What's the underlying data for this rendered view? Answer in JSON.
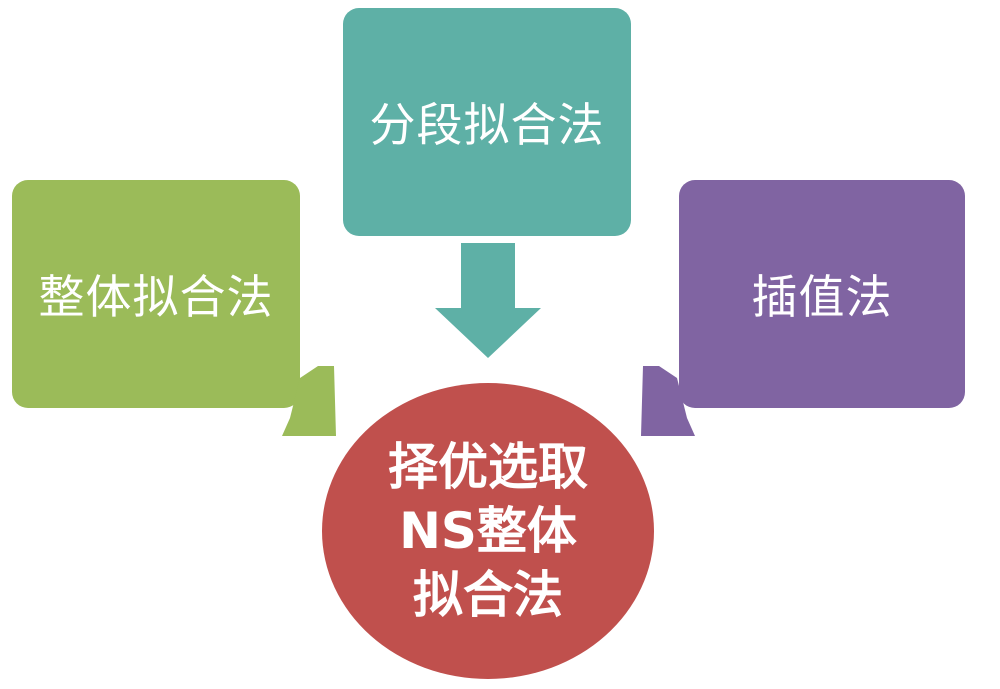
{
  "colors": {
    "left_box": "#9bbb59",
    "top_box": "#5eb0a6",
    "right_box": "#8064a2",
    "center_circle": "#c0504d"
  },
  "boxes": {
    "left": "整体拟合法",
    "top": "分段拟合法",
    "right": "插值法"
  },
  "center": {
    "line1": "择优选取",
    "line2": "NS整体",
    "line3": "拟合法"
  }
}
